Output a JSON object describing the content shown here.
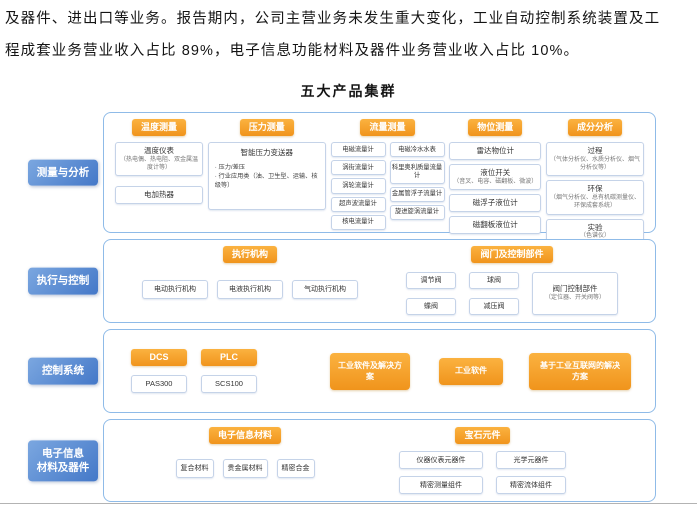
{
  "header": {
    "line1": "及器件、进出口等业务。报告期内，公司主营业务未发生重大变化，工业自动控制系统装置及工",
    "line2": "程成套业务营业收入占比 89%，电子信息功能材料及器件业务营业收入占比 10%。",
    "title": "五大产品集群"
  },
  "colors": {
    "badge_orange": "#F5A021",
    "label_blue": "#4A82CC",
    "container_border": "#8FBBE8",
    "box_border": "#C5D3E8"
  },
  "rows": [
    {
      "label": "测量与分析",
      "temp": {
        "badge": "温度测量",
        "i1t": "温度仪表",
        "i1s": "（热电偶、热电阻、双金属温度计等）",
        "i2": "电加热器"
      },
      "press": {
        "badge": "压力测量",
        "title": "智能压力变送器",
        "b1": "·  压力/差压",
        "b2": "·  行业应用类（油、卫生型、运输、核级等）"
      },
      "flow": {
        "badge": "流量测量",
        "c1": [
          "电磁流量计",
          "涡街流量计",
          "涡轮流量计",
          "超声波流量计",
          "核电流量计"
        ],
        "c2": [
          "电磁冷水水表",
          "科里奥利质量流量计",
          "金属管浮子流量计",
          "旋进旋涡流量计"
        ]
      },
      "level": {
        "badge": "物位测量",
        "i1": "雷达物位计",
        "i2t": "液位开关",
        "i2s": "（音叉、电容、磁翻板、微波）",
        "i3": "磁浮子液位计",
        "i4": "磁翻板液位计"
      },
      "comp": {
        "badge": "成分分析",
        "i1t": "过程",
        "i1s": "（气体分析仪、水质分析仪、烟气分析仪等）",
        "i2t": "环保",
        "i2s": "（烟气分析仪、总有机碳测量仪、环保成套系统）",
        "i3t": "实验",
        "i3s": "（色谱仪）"
      }
    },
    {
      "label": "执行与控制",
      "act": {
        "badge": "执行机构",
        "items": [
          "电动执行机构",
          "电液执行机构",
          "气动执行机构"
        ]
      },
      "valve": {
        "badge": "阀门及控制部件",
        "i1": "调节阀",
        "i2": "球阀",
        "i3": "蝶阀",
        "i4": "减压阀",
        "i5t": "阀门控制部件",
        "i5s": "（定位器、开关阀等）"
      }
    },
    {
      "label": "控制系统",
      "dcs": {
        "badge": "DCS",
        "item": "PAS300"
      },
      "plc": {
        "badge": "PLC",
        "item": "SCS100"
      },
      "sw1": "工业软件及解决方案",
      "sw2": "工业软件",
      "sw3": "基于工业互联网的解决方案"
    },
    {
      "label": "电子信息\n材料及器件",
      "mat": {
        "badge": "电子信息材料",
        "items": [
          "复合材料",
          "贵金属材料",
          "精密合金"
        ]
      },
      "gem": {
        "badge": "宝石元件",
        "items": [
          "仪器仪表元器件",
          "光学元器件",
          "精密测量组件",
          "精密流体组件"
        ]
      }
    }
  ]
}
